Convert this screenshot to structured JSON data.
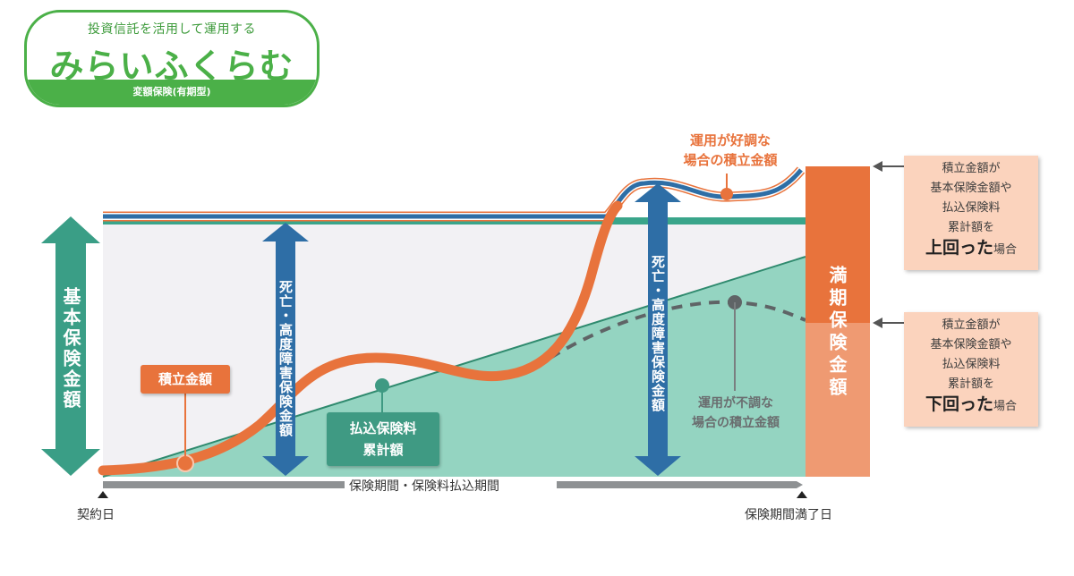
{
  "logo": {
    "subtitle": "投資信託を活用して運用する",
    "name": "みらいふくらむ",
    "product_type": "変額保険(有期型)"
  },
  "labels": {
    "basic_insurance": "基本保険金額",
    "death_benefit_left": "死亡・高度障害保険金額",
    "death_benefit_right": "死亡・高度障害保険金額",
    "maturity_benefit": "満期保険金額",
    "accumulated_amount": "積立金額",
    "premium_total_line1": "払込保険料",
    "premium_total_line2": "累計額",
    "good_case_line1": "運用が好調な",
    "good_case_line2": "場合の積立金額",
    "bad_case_line1": "運用が不調な",
    "bad_case_line2": "場合の積立金額",
    "period": "保険期間・保険料払込期間",
    "start_date": "契約日",
    "end_date": "保険期間満了日"
  },
  "callouts": {
    "above": {
      "line1": "積立金額が",
      "line2": "基本保険金額や",
      "line3": "払込保険料",
      "line4": "累計額を",
      "emph": "上回った",
      "suffix": "場合"
    },
    "below": {
      "line1": "積立金額が",
      "line2": "基本保険金額や",
      "line3": "払込保険料",
      "line4": "累計額を",
      "emph": "下回った",
      "suffix": "場合"
    }
  },
  "colors": {
    "brand_green": "#4bb048",
    "teal": "#3a9e86",
    "teal_fill": "#94d4c1",
    "orange": "#e8733c",
    "orange_light": "#ef9a72",
    "blue": "#2e6ea6",
    "callout_bg": "#fbd3bd",
    "gray_bar": "#8e9193"
  }
}
